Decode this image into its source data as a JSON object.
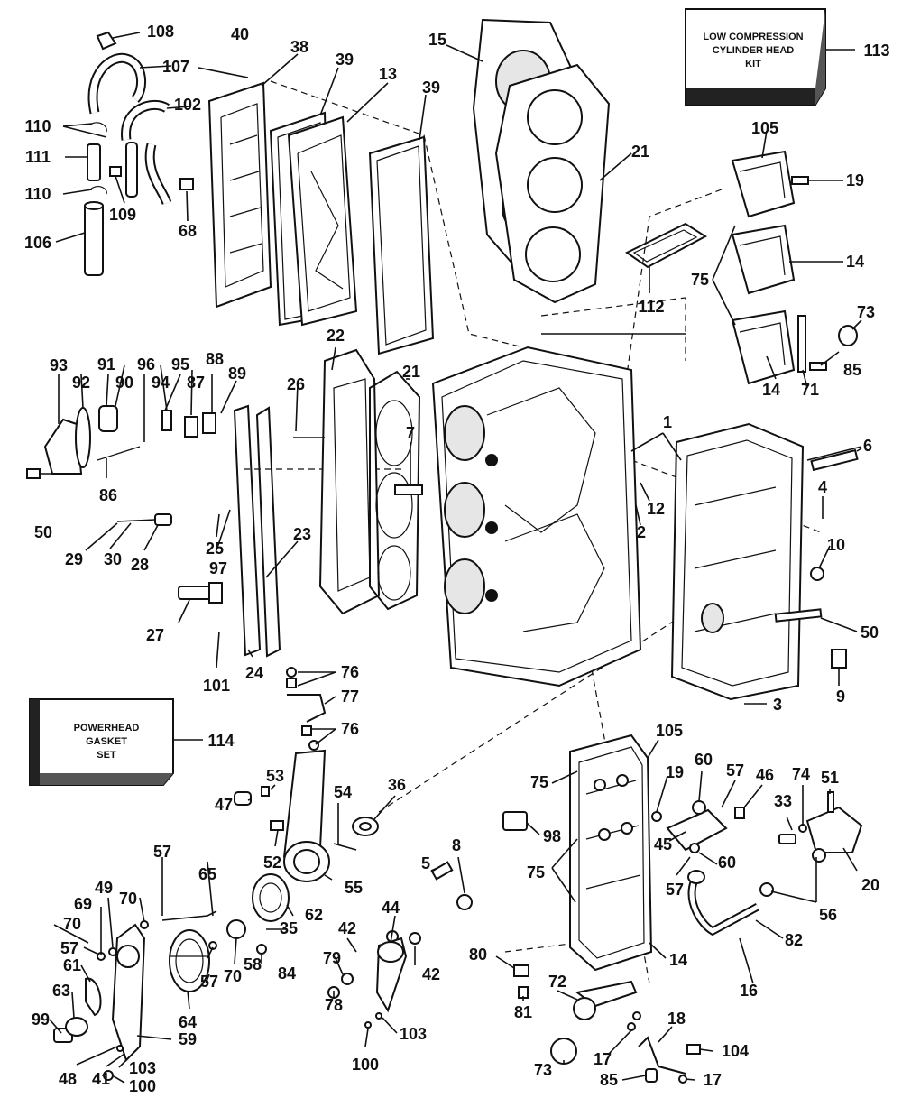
{
  "kits": {
    "low_compression": {
      "lines": [
        "LOW COMPRESSION",
        "CYLINDER HEAD",
        "KIT"
      ],
      "ref": "113"
    },
    "powerhead_gasket": {
      "lines": [
        "POWERHEAD",
        "GASKET",
        "SET"
      ],
      "ref": "114"
    }
  },
  "callouts": [
    {
      "id": "108",
      "label": "108"
    },
    {
      "id": "40",
      "label": "40"
    },
    {
      "id": "38",
      "label": "38"
    },
    {
      "id": "39a",
      "label": "39"
    },
    {
      "id": "13",
      "label": "13"
    },
    {
      "id": "39b",
      "label": "39"
    },
    {
      "id": "15",
      "label": "15"
    },
    {
      "id": "107",
      "label": "107"
    },
    {
      "id": "102",
      "label": "102"
    },
    {
      "id": "110a",
      "label": "110"
    },
    {
      "id": "111",
      "label": "111"
    },
    {
      "id": "110b",
      "label": "110"
    },
    {
      "id": "109",
      "label": "109"
    },
    {
      "id": "106",
      "label": "106"
    },
    {
      "id": "68",
      "label": "68"
    },
    {
      "id": "21a",
      "label": "21"
    },
    {
      "id": "105a",
      "label": "105"
    },
    {
      "id": "19a",
      "label": "19"
    },
    {
      "id": "14a",
      "label": "14"
    },
    {
      "id": "75a",
      "label": "75"
    },
    {
      "id": "73a",
      "label": "73"
    },
    {
      "id": "112",
      "label": "112"
    },
    {
      "id": "85a",
      "label": "85"
    },
    {
      "id": "14b",
      "label": "14"
    },
    {
      "id": "71",
      "label": "71"
    },
    {
      "id": "93",
      "label": "93"
    },
    {
      "id": "91",
      "label": "91"
    },
    {
      "id": "96",
      "label": "96"
    },
    {
      "id": "95",
      "label": "95"
    },
    {
      "id": "88",
      "label": "88"
    },
    {
      "id": "92",
      "label": "92"
    },
    {
      "id": "90",
      "label": "90"
    },
    {
      "id": "94",
      "label": "94"
    },
    {
      "id": "87",
      "label": "87"
    },
    {
      "id": "89",
      "label": "89"
    },
    {
      "id": "22",
      "label": "22"
    },
    {
      "id": "21b",
      "label": "21"
    },
    {
      "id": "26",
      "label": "26"
    },
    {
      "id": "1",
      "label": "1"
    },
    {
      "id": "6",
      "label": "6"
    },
    {
      "id": "86",
      "label": "86"
    },
    {
      "id": "7",
      "label": "7"
    },
    {
      "id": "12",
      "label": "12"
    },
    {
      "id": "4",
      "label": "4"
    },
    {
      "id": "50a",
      "label": "50"
    },
    {
      "id": "2",
      "label": "2"
    },
    {
      "id": "10",
      "label": "10"
    },
    {
      "id": "25",
      "label": "25"
    },
    {
      "id": "97",
      "label": "97"
    },
    {
      "id": "29",
      "label": "29"
    },
    {
      "id": "30",
      "label": "30"
    },
    {
      "id": "28",
      "label": "28"
    },
    {
      "id": "23",
      "label": "23"
    },
    {
      "id": "27",
      "label": "27"
    },
    {
      "id": "50b",
      "label": "50"
    },
    {
      "id": "101",
      "label": "101"
    },
    {
      "id": "24",
      "label": "24"
    },
    {
      "id": "76a",
      "label": "76"
    },
    {
      "id": "9",
      "label": "9"
    },
    {
      "id": "77",
      "label": "77"
    },
    {
      "id": "76b",
      "label": "76"
    },
    {
      "id": "3",
      "label": "3"
    },
    {
      "id": "114",
      "label": "114"
    },
    {
      "id": "105b",
      "label": "105"
    },
    {
      "id": "51",
      "label": "51"
    },
    {
      "id": "60a",
      "label": "60"
    },
    {
      "id": "57a",
      "label": "57"
    },
    {
      "id": "46",
      "label": "46"
    },
    {
      "id": "74",
      "label": "74"
    },
    {
      "id": "53",
      "label": "53"
    },
    {
      "id": "36",
      "label": "36"
    },
    {
      "id": "75b",
      "label": "75"
    },
    {
      "id": "19b",
      "label": "19"
    },
    {
      "id": "33",
      "label": "33"
    },
    {
      "id": "47",
      "label": "47"
    },
    {
      "id": "54",
      "label": "54"
    },
    {
      "id": "98",
      "label": "98"
    },
    {
      "id": "45",
      "label": "45"
    },
    {
      "id": "60b",
      "label": "60"
    },
    {
      "id": "20",
      "label": "20"
    },
    {
      "id": "52",
      "label": "52"
    },
    {
      "id": "8",
      "label": "8"
    },
    {
      "id": "75c",
      "label": "75"
    },
    {
      "id": "57b",
      "label": "57"
    },
    {
      "id": "57c",
      "label": "57"
    },
    {
      "id": "65",
      "label": "65"
    },
    {
      "id": "55",
      "label": "55"
    },
    {
      "id": "5",
      "label": "5"
    },
    {
      "id": "56",
      "label": "56"
    },
    {
      "id": "70a",
      "label": "70"
    },
    {
      "id": "49",
      "label": "49"
    },
    {
      "id": "62",
      "label": "62"
    },
    {
      "id": "44",
      "label": "44"
    },
    {
      "id": "82",
      "label": "82"
    },
    {
      "id": "69",
      "label": "69"
    },
    {
      "id": "35",
      "label": "35"
    },
    {
      "id": "70b",
      "label": "70"
    },
    {
      "id": "42a",
      "label": "42"
    },
    {
      "id": "14c",
      "label": "14"
    },
    {
      "id": "57d",
      "label": "57"
    },
    {
      "id": "70c",
      "label": "70"
    },
    {
      "id": "58",
      "label": "58"
    },
    {
      "id": "84",
      "label": "84"
    },
    {
      "id": "80",
      "label": "80"
    },
    {
      "id": "42b",
      "label": "42"
    },
    {
      "id": "16",
      "label": "16"
    },
    {
      "id": "61",
      "label": "61"
    },
    {
      "id": "79",
      "label": "79"
    },
    {
      "id": "63",
      "label": "63"
    },
    {
      "id": "57e",
      "label": "57"
    },
    {
      "id": "64",
      "label": "64"
    },
    {
      "id": "81",
      "label": "81"
    },
    {
      "id": "72",
      "label": "72"
    },
    {
      "id": "78",
      "label": "78"
    },
    {
      "id": "99",
      "label": "99"
    },
    {
      "id": "59",
      "label": "59"
    },
    {
      "id": "103a",
      "label": "103"
    },
    {
      "id": "18",
      "label": "18"
    },
    {
      "id": "104",
      "label": "104"
    },
    {
      "id": "48",
      "label": "48"
    },
    {
      "id": "41",
      "label": "41"
    },
    {
      "id": "103b",
      "label": "103"
    },
    {
      "id": "100a",
      "label": "100"
    },
    {
      "id": "100b",
      "label": "100"
    },
    {
      "id": "73b",
      "label": "73"
    },
    {
      "id": "17a",
      "label": "17"
    },
    {
      "id": "85b",
      "label": "85"
    },
    {
      "id": "17b",
      "label": "17"
    },
    {
      "id": "113",
      "label": "113"
    }
  ]
}
